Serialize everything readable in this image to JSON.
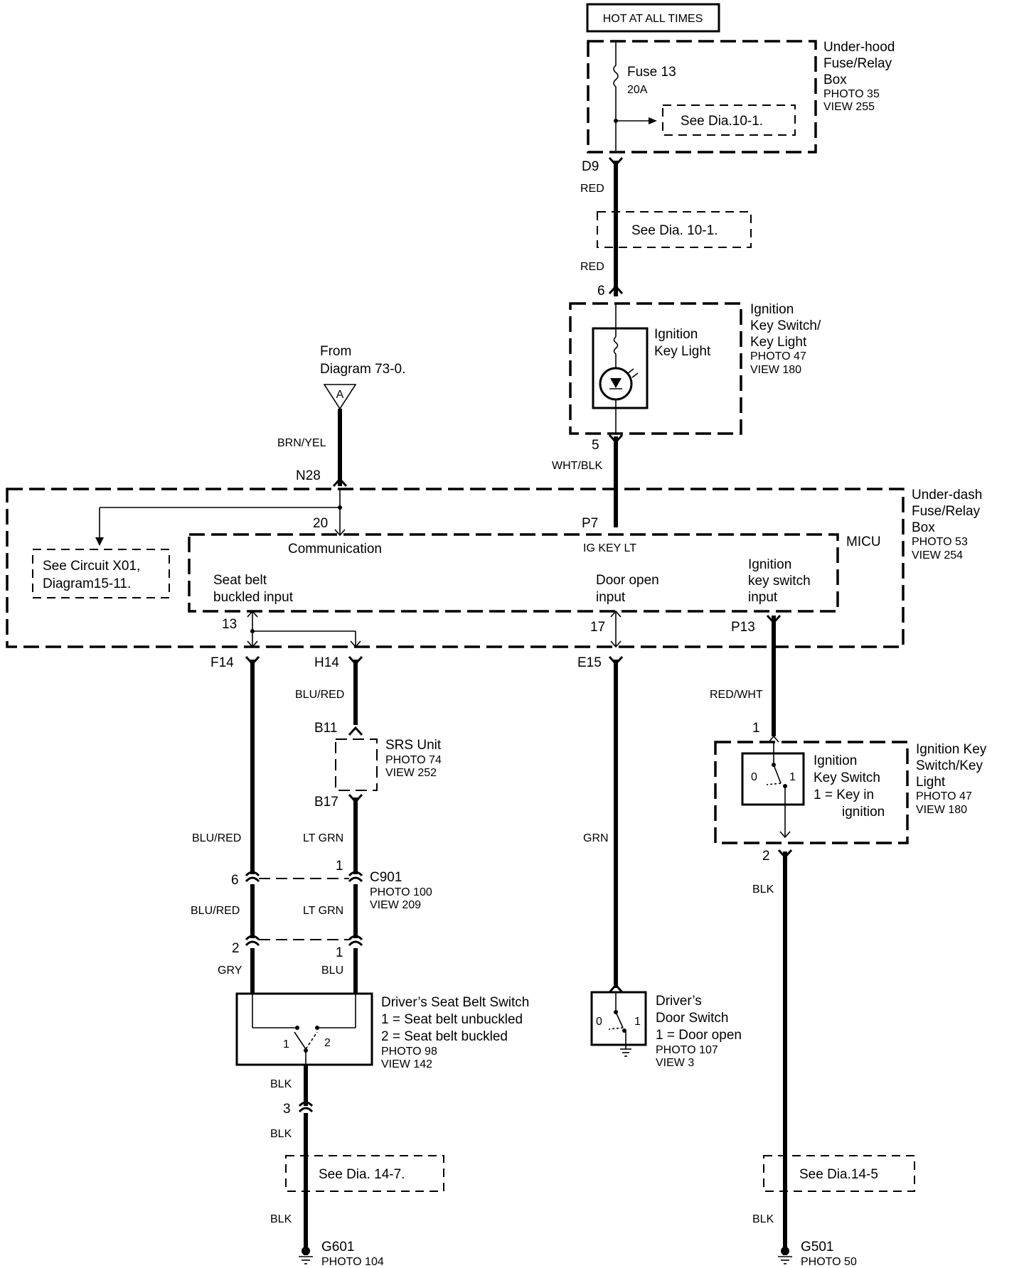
{
  "hot_box": "HOT AT ALL TIMES",
  "underhood": {
    "title": [
      "Under-hood",
      "Fuse/Relay",
      "Box"
    ],
    "photo": "PHOTO 35",
    "view": "VIEW 255",
    "fuse_name": "Fuse 13",
    "fuse_rating": "20A",
    "see_ref": "See Dia.10-1."
  },
  "wire_top": {
    "terminal": "D9",
    "color1": "RED",
    "see_ref": "See Dia.  10-1.",
    "color2": "RED"
  },
  "ign_key_light_box": {
    "title": [
      "Ignition",
      "Key Switch/",
      "Key Light"
    ],
    "photo": "PHOTO 47",
    "view": "VIEW 180",
    "inner": [
      "Ignition",
      "Key Light"
    ],
    "pin_top": "6",
    "pin_bottom": "5",
    "wire_color": "WHT/BLK"
  },
  "from_diagram": {
    "lines": [
      "From",
      "Diagram 73-0."
    ],
    "marker": "A",
    "wire_color": "BRN/YEL",
    "terminal": "N28"
  },
  "underdash": {
    "title": [
      "Under-dash",
      "Fuse/Relay",
      "Box"
    ],
    "photo": "PHOTO 53",
    "view": "VIEW 254",
    "see_ref": [
      "See Circuit X01,",
      "Diagram15-11."
    ],
    "pin_20": "20",
    "pin_p7": "P7"
  },
  "micu": {
    "title": "MICU",
    "communication": "Communication",
    "ig_key_lt": "IG KEY LT",
    "seat_belt": [
      "Seat belt",
      "buckled input"
    ],
    "door_open": [
      "Door open",
      "input"
    ],
    "ign_key_input": [
      "Ignition",
      "key switch",
      "input"
    ],
    "pin_13": "13",
    "pin_17": "17",
    "pin_p13": "P13"
  },
  "left_branch": {
    "f14": "F14",
    "h14": "H14",
    "blu_red_top": "BLU/RED",
    "b11": "B11",
    "b17": "B17",
    "srs_title": "SRS Unit",
    "srs_photo": "PHOTO 74",
    "srs_view": "VIEW 252",
    "blu_red_1": "BLU/RED",
    "lt_grn_1": "LT GRN",
    "pin6": "6",
    "pin1a": "1",
    "c901": "C901",
    "c901_photo": "PHOTO 100",
    "c901_view": "VIEW 209",
    "blu_red_2": "BLU/RED",
    "lt_grn_2": "LT GRN",
    "pin2": "2",
    "pin1b": "1",
    "gry": "GRY",
    "blu": "BLU"
  },
  "seat_switch": {
    "title": "Driver’s Seat Belt Switch",
    "line1": "1 = Seat belt unbuckled",
    "line2": "2 = Seat belt buckled",
    "photo": "PHOTO 98",
    "view": "VIEW 142",
    "pos1": "1",
    "pos2": "2",
    "blk1": "BLK",
    "pin3": "3",
    "blk2": "BLK",
    "see_ref": "See Dia. 14-7.",
    "blk3": "BLK",
    "ground": "G601",
    "ground_photo": "PHOTO 104"
  },
  "door_branch": {
    "e15": "E15",
    "grn": "GRN",
    "title": [
      "Driver’s",
      "Door Switch",
      "1 = Door open"
    ],
    "photo": "PHOTO 107",
    "view": "VIEW 3",
    "pos0": "0",
    "pos1": "1"
  },
  "ign_switch_branch": {
    "wire_color": "RED/WHT",
    "pin1": "1",
    "pin2": "2",
    "inner": [
      "Ignition",
      "Key Switch",
      "1 = Key in",
      "ignition"
    ],
    "pos0": "0",
    "pos1": "1",
    "title": [
      "Ignition Key",
      "Switch/Key",
      "Light"
    ],
    "photo": "PHOTO 47",
    "view": "VIEW 180",
    "blk1": "BLK",
    "see_ref": "See Dia.14-5",
    "blk2": "BLK",
    "ground": "G501",
    "ground_photo": "PHOTO 50"
  }
}
